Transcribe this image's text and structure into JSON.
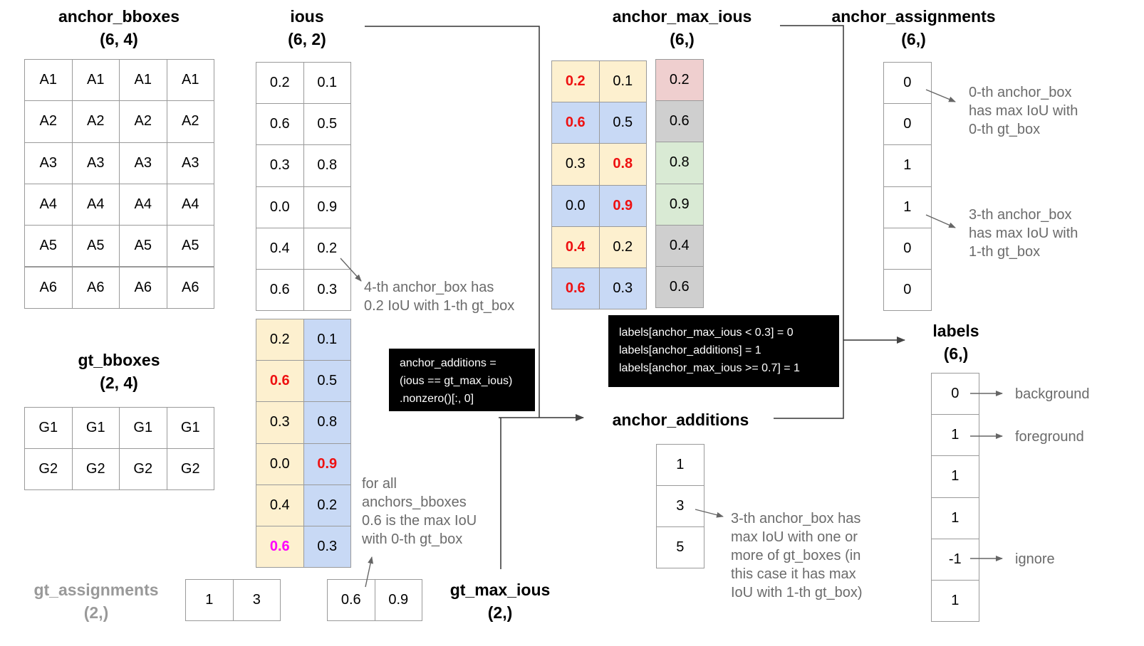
{
  "anchor_bboxes": {
    "title": "anchor_bboxes",
    "shape": "(6, 4)",
    "rows": [
      [
        "A1",
        "A1",
        "A1",
        "A1"
      ],
      [
        "A2",
        "A2",
        "A2",
        "A2"
      ],
      [
        "A3",
        "A3",
        "A3",
        "A3"
      ],
      [
        "A4",
        "A4",
        "A4",
        "A4"
      ],
      [
        "A5",
        "A5",
        "A5",
        "A5"
      ],
      [
        "A6",
        "A6",
        "A6",
        "A6"
      ]
    ]
  },
  "gt_bboxes": {
    "title": "gt_bboxes",
    "shape": "(2, 4)",
    "rows": [
      [
        "G1",
        "G1",
        "G1",
        "G1"
      ],
      [
        "G2",
        "G2",
        "G2",
        "G2"
      ]
    ]
  },
  "gt_assignments": {
    "title": "gt_assignments",
    "shape": "(2,)",
    "values": [
      "1",
      "3"
    ]
  },
  "ious": {
    "title": "ious",
    "shape": "(6, 2)",
    "rows": [
      [
        "0.2",
        "0.1"
      ],
      [
        "0.6",
        "0.5"
      ],
      [
        "0.3",
        "0.8"
      ],
      [
        "0.0",
        "0.9"
      ],
      [
        "0.4",
        "0.2"
      ],
      [
        "0.6",
        "0.3"
      ]
    ],
    "note": [
      "4-th anchor_box has",
      "0.2 IoU with 1-th gt_box"
    ]
  },
  "ious_colored": {
    "rows": [
      [
        "0.2",
        "0.1"
      ],
      [
        "0.6",
        "0.5"
      ],
      [
        "0.3",
        "0.8"
      ],
      [
        "0.0",
        "0.9"
      ],
      [
        "0.4",
        "0.2"
      ],
      [
        "0.6",
        "0.3"
      ]
    ],
    "note": [
      "for all",
      "anchors_bboxes",
      "0.6 is the max IoU",
      "with 0-th gt_box"
    ]
  },
  "gt_max_ious": {
    "title": "gt_max_ious",
    "shape": "(2,)",
    "values": [
      "0.6",
      "0.9"
    ]
  },
  "code_additions": [
    "anchor_additions =",
    "(ious == gt_max_ious)",
    ".nonzero()[:, 0]"
  ],
  "anchor_max_ious": {
    "title": "anchor_max_ious",
    "shape": "(6,)",
    "rows": [
      [
        "0.2",
        "0.1"
      ],
      [
        "0.6",
        "0.5"
      ],
      [
        "0.3",
        "0.8"
      ],
      [
        "0.0",
        "0.9"
      ],
      [
        "0.4",
        "0.2"
      ],
      [
        "0.6",
        "0.3"
      ]
    ],
    "values": [
      "0.2",
      "0.6",
      "0.8",
      "0.9",
      "0.4",
      "0.6"
    ]
  },
  "code_labels": [
    "labels[anchor_max_ious < 0.3] = 0",
    "labels[anchor_additions] = 1",
    "labels[anchor_max_ious >= 0.7] = 1"
  ],
  "anchor_additions": {
    "title": "anchor_additions",
    "values": [
      "1",
      "3",
      "5"
    ],
    "note": [
      "3-th anchor_box has",
      "max IoU with one or",
      "more of gt_boxes (in",
      "this case it has max",
      "IoU with 1-th gt_box)"
    ]
  },
  "anchor_assignments": {
    "title": "anchor_assignments",
    "shape": "(6,)",
    "values": [
      "0",
      "0",
      "1",
      "1",
      "0",
      "0"
    ],
    "note1": [
      "0-th anchor_box",
      "has max IoU with",
      "0-th gt_box"
    ],
    "note2": [
      "3-th anchor_box",
      "has max IoU with",
      "1-th gt_box"
    ]
  },
  "labels": {
    "title": "labels",
    "shape": "(6,)",
    "values": [
      "0",
      "1",
      "1",
      "1",
      "-1",
      "1"
    ],
    "legend": [
      "background",
      "foreground",
      "ignore"
    ]
  },
  "colors": {
    "yellow": "#fdf0cf",
    "blue": "#c8d9f5",
    "pink": "#efcfcf",
    "gray": "#cfcfcf",
    "green": "#d9ead4",
    "red": "#ee1111",
    "magenta": "#ff00ff",
    "note": "#6b6b6b"
  }
}
